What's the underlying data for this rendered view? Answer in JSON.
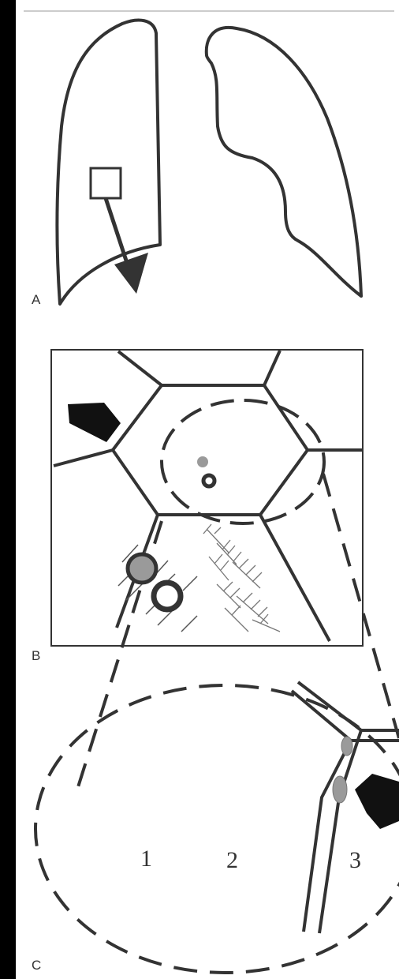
{
  "panels": [
    {
      "label": "A"
    },
    {
      "label": "B"
    },
    {
      "label": "C"
    }
  ],
  "zoom_labels": [
    "1",
    "2",
    "3"
  ],
  "colors": {
    "background": "#000000",
    "paper": "#ffffff",
    "line": "#333333",
    "grey_fill": "#9a9a9a"
  }
}
